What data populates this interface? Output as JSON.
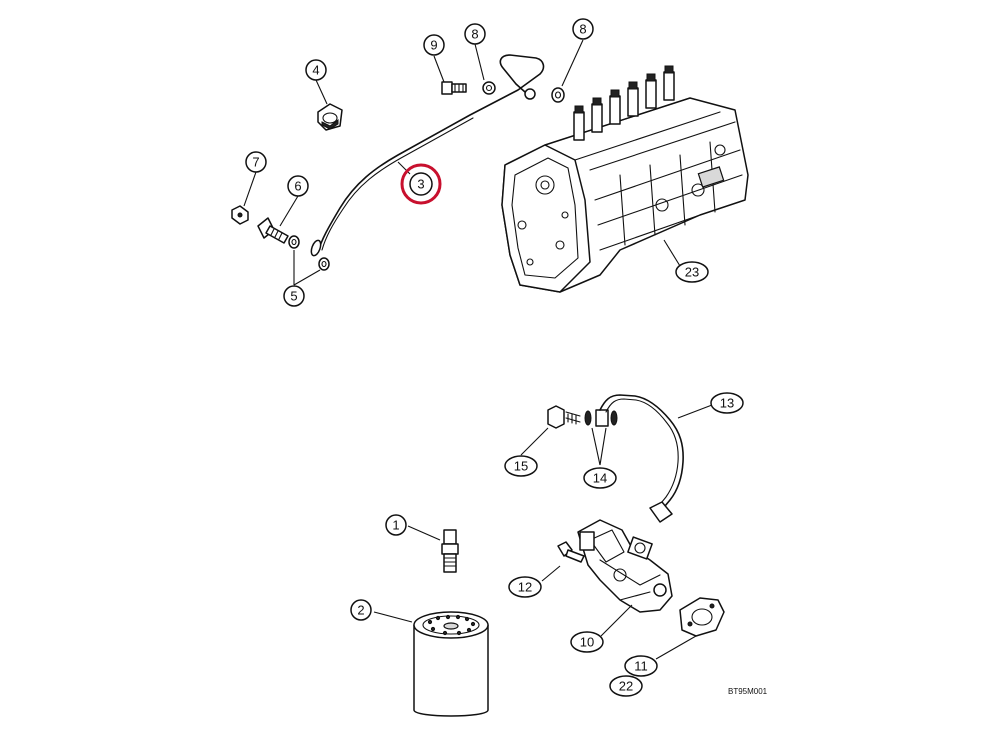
{
  "callouts": {
    "c1": "1",
    "c2": "2",
    "c3": "3",
    "c4": "4",
    "c5": "5",
    "c6": "6",
    "c7": "7",
    "c8a": "8",
    "c8b": "8",
    "c9": "9",
    "c10": "10",
    "c11": "11",
    "c12": "12",
    "c13": "13",
    "c14": "14",
    "c15": "15",
    "c22": "22",
    "c23": "23"
  },
  "highlight": {
    "callout": "3",
    "color": "#c8102e"
  },
  "figure_code": "BT95M001"
}
